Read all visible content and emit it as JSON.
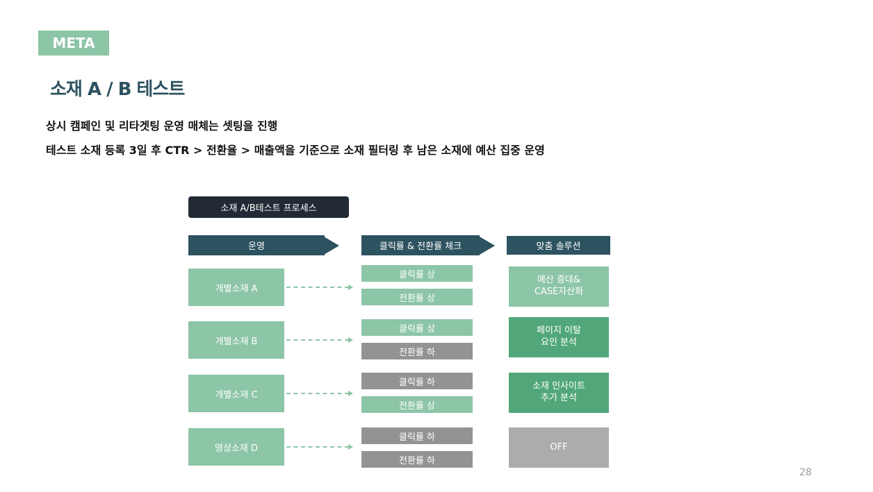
{
  "badge": "META",
  "title": "소재 A / B 테스트",
  "desc": [
    "상시 캠페인 및 리타겟팅 운영 매체는 셋팅을 진행",
    "테스트 소재 등록 3일 후 CTR > 전환율 > 매출액을 기준으로 소재 필터링 후 남은 소재에 예산 집중 운영"
  ],
  "process": {
    "title": "소재 A/B테스트 프로세스",
    "headers": [
      "운영",
      "클릭률 & 전환률 체크",
      "맞춤 솔루션"
    ],
    "rows": [
      {
        "item": "개별소재 A",
        "click": "클릭률 상",
        "conv": "전환률 상",
        "solution": "예산 증대&\nCASE자산화"
      },
      {
        "item": "개별소재 B",
        "click": "클릭률 상",
        "conv": "전환률 하",
        "solution": "페이지 이탈\n요인 분석"
      },
      {
        "item": "개별소재 C",
        "click": "클릭률 하",
        "conv": "전환률 상",
        "solution": "소재 인사이트\n추가 분석"
      },
      {
        "item": "영상소재 D",
        "click": "클릭률 하",
        "conv": "전환률 하",
        "solution": "OFF"
      }
    ]
  },
  "colors": {
    "green": "#8dc5a7",
    "mid_green": "#52a77a",
    "dark": "#2d5260",
    "gray": "#939393",
    "off": "#aeacaa"
  },
  "page_number": "28"
}
